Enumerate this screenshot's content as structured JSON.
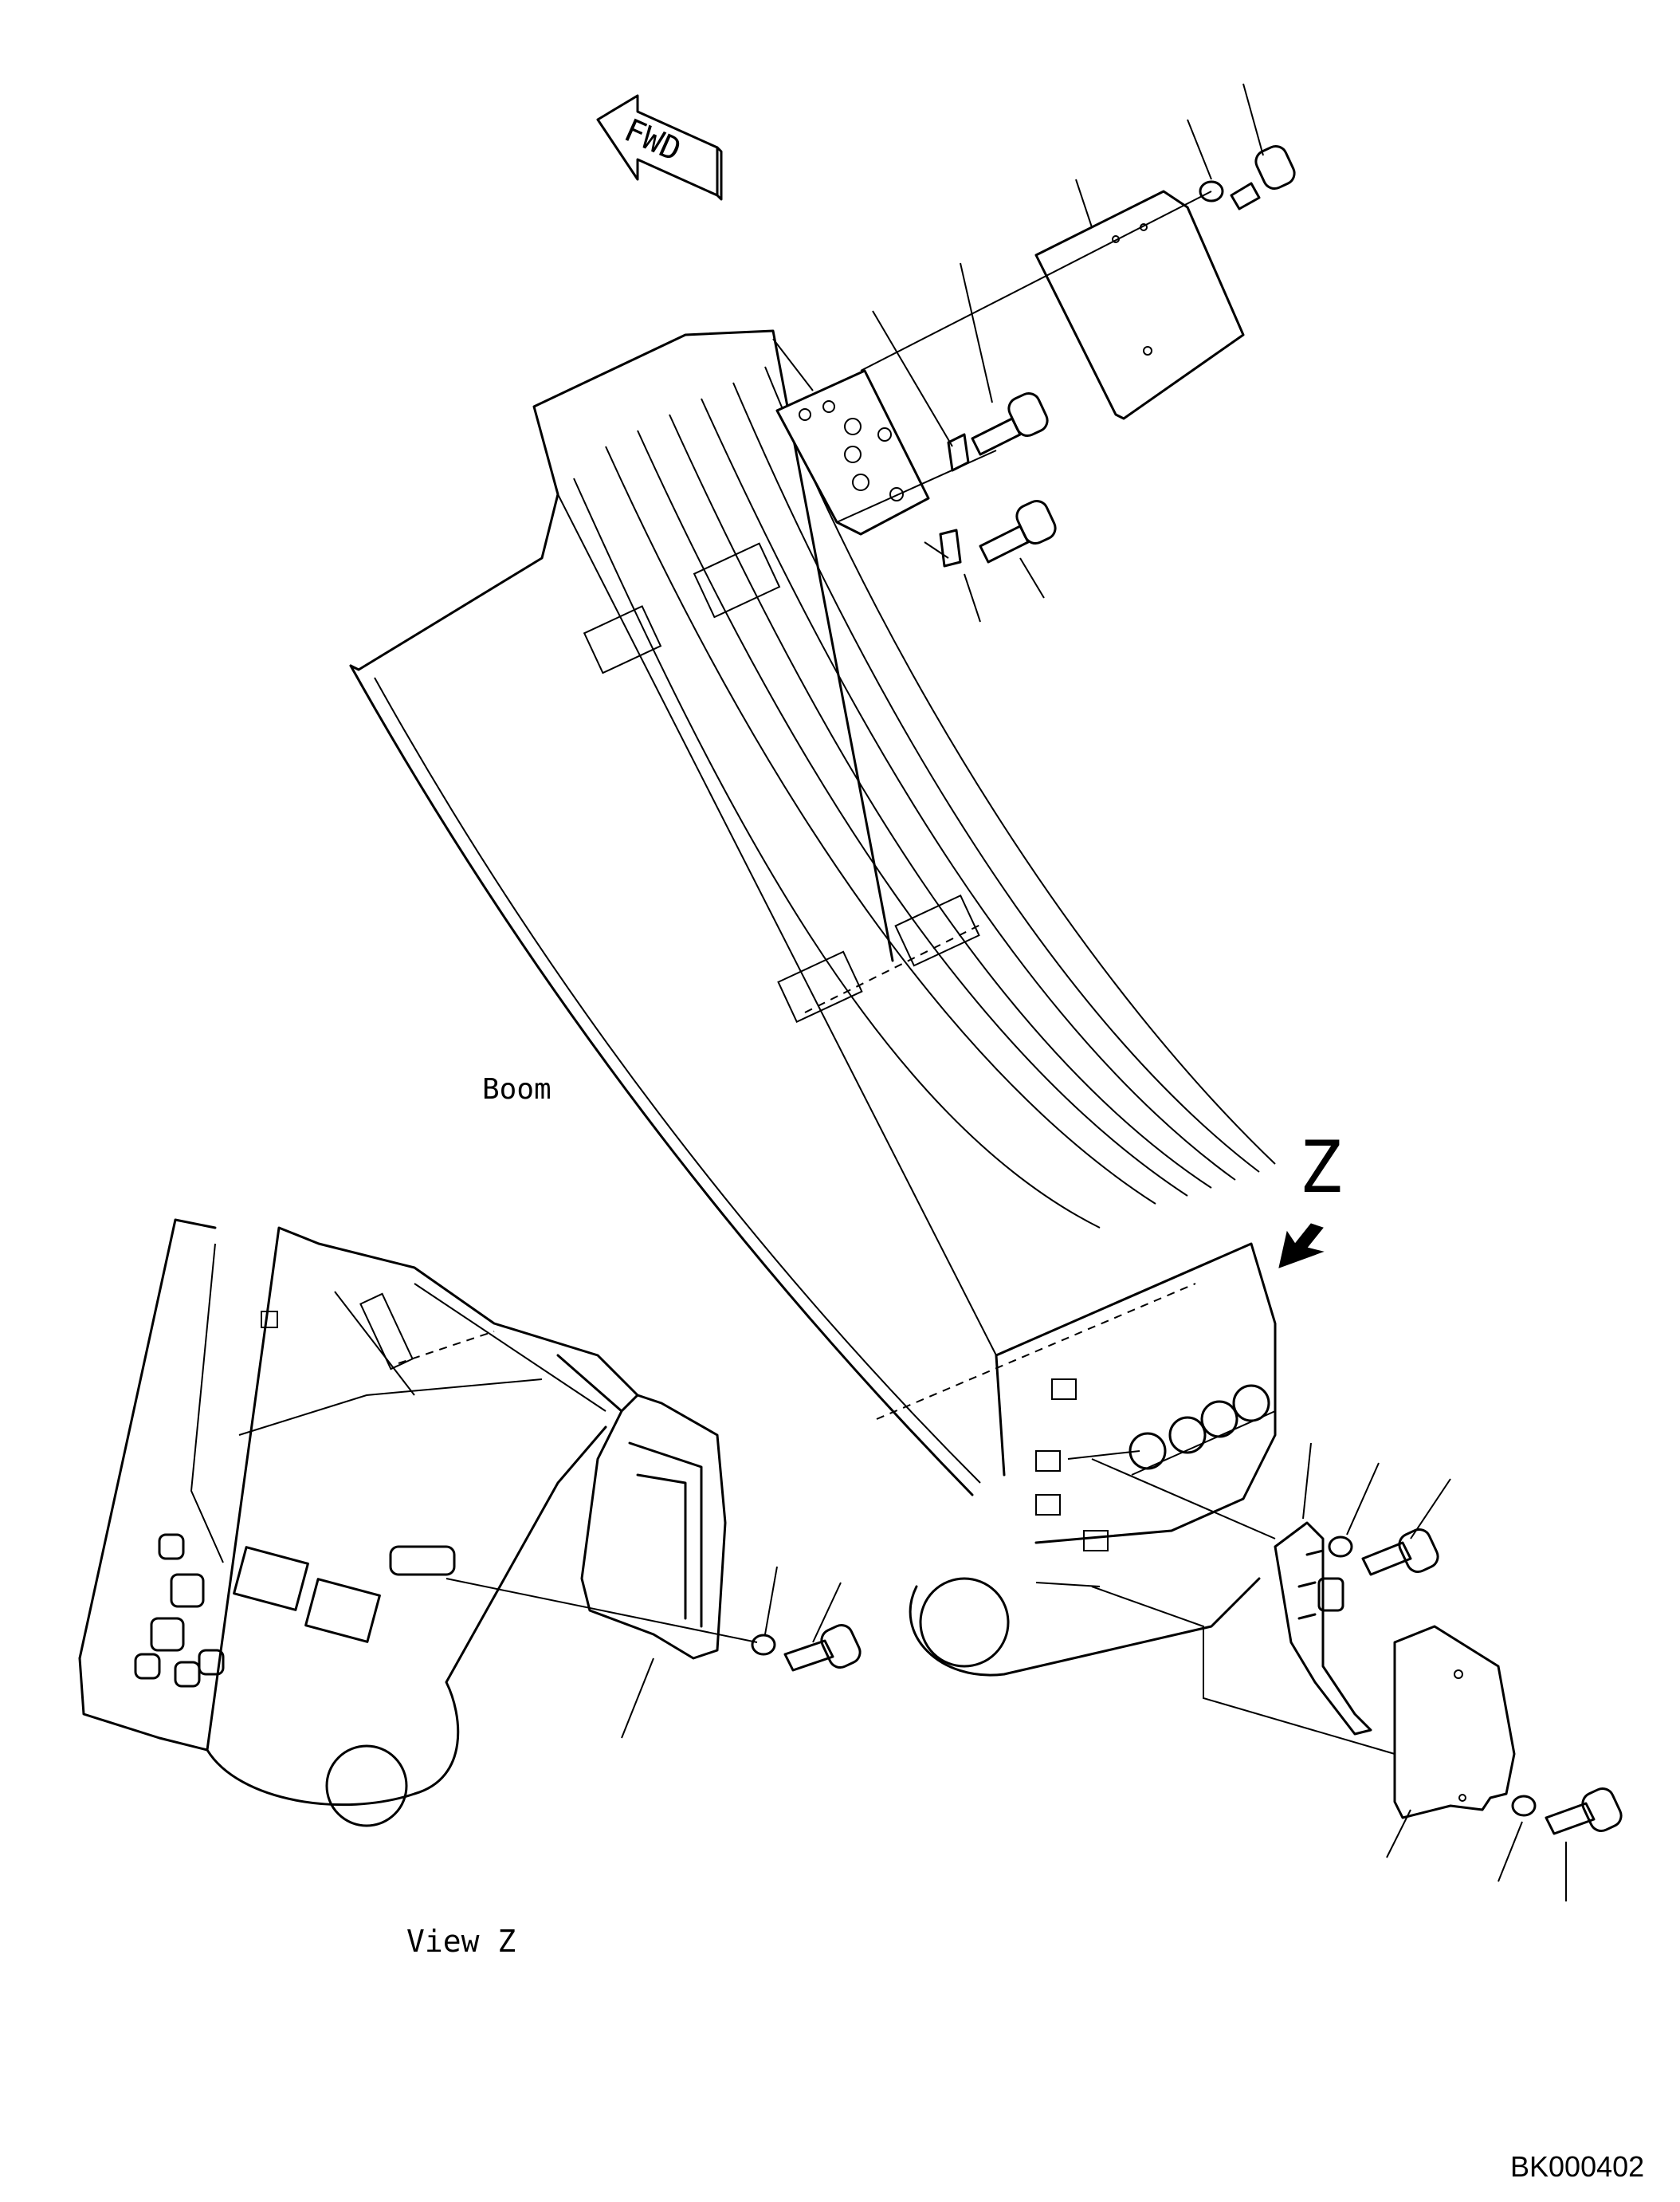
{
  "labels": {
    "fwd": "FWD",
    "boom": "Boom",
    "view_marker": "Z",
    "view_caption": "View Z",
    "drawing_number": "BK000402"
  }
}
